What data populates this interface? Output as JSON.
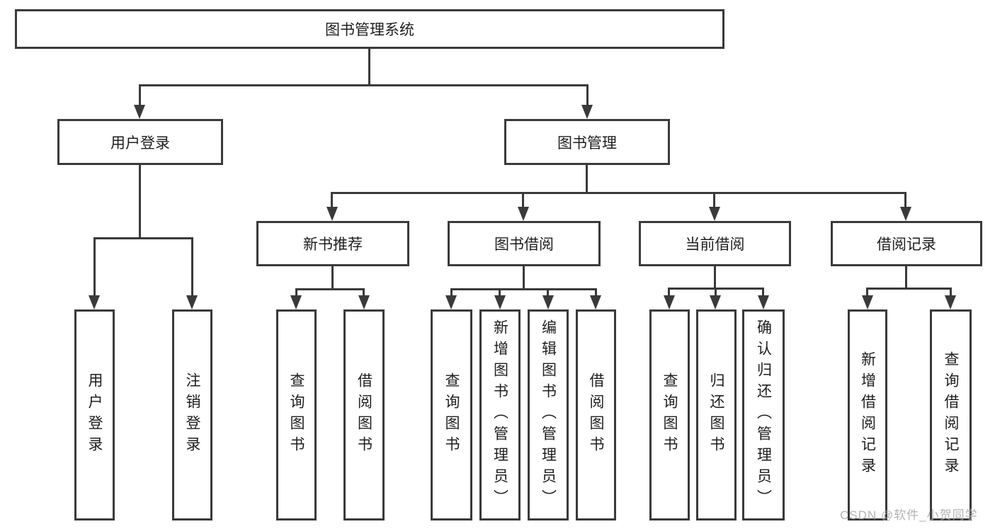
{
  "diagram": {
    "root": {
      "label": "图书管理系统"
    },
    "level2": [
      {
        "label": "用户登录"
      },
      {
        "label": "图书管理"
      }
    ],
    "login_children": [
      {
        "label": "用户登录"
      },
      {
        "label": "注销登录"
      }
    ],
    "level3": [
      {
        "label": "新书推荐"
      },
      {
        "label": "图书借阅"
      },
      {
        "label": "当前借阅"
      },
      {
        "label": "借阅记录"
      }
    ],
    "recommend_children": [
      {
        "label": "查询图书"
      },
      {
        "label": "借阅图书"
      }
    ],
    "borrow_children": [
      {
        "label": "查询图书"
      },
      {
        "label": "新增图书（管理员）"
      },
      {
        "label": "编辑图书（管理员）"
      },
      {
        "label": "借阅图书"
      }
    ],
    "current_children": [
      {
        "label": "查询图书"
      },
      {
        "label": "归还图书"
      },
      {
        "label": "确认归还（管理员）"
      }
    ],
    "record_children": [
      {
        "label": "新增借阅记录"
      },
      {
        "label": "查询借阅记录"
      }
    ]
  },
  "watermark": {
    "text": "CSDN @软件_小贺同学"
  },
  "colors": {
    "line": "#3a3a3a",
    "text": "#1e1e1e",
    "watermark": "#ababab",
    "background": "#ffffff"
  }
}
